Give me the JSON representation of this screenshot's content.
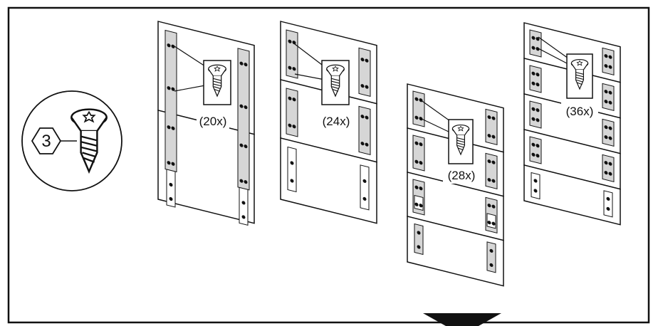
{
  "step": {
    "number": "3",
    "part_icon": "screw-icon"
  },
  "assemblies": [
    {
      "id": "a",
      "panels": 2,
      "quantity_label": "(20x)"
    },
    {
      "id": "b",
      "panels": 3,
      "quantity_label": "(24x)"
    },
    {
      "id": "c",
      "panels": 4,
      "quantity_label": "(28x)"
    },
    {
      "id": "d",
      "panels": 5,
      "quantity_label": "(36x)"
    }
  ],
  "continue_marker": "next-step-arrow-icon",
  "colors": {
    "line": "#111111",
    "strip": "#d6d6d6",
    "frame": "#111111"
  }
}
